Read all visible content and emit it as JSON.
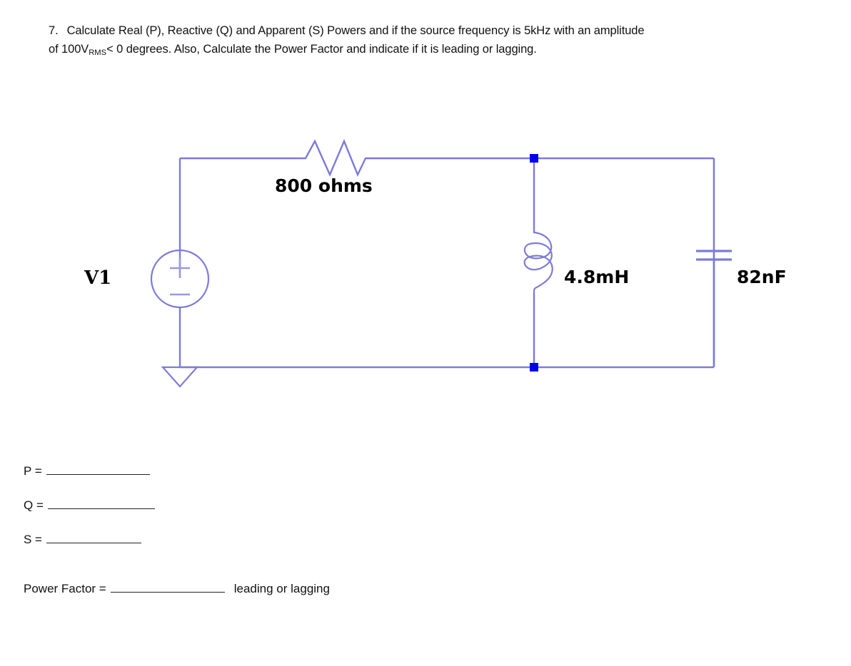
{
  "problem": {
    "number": "7.",
    "line1_a": "Calculate Real (P), Reactive (Q) and Apparent (S) Powers and if the source frequency is 5kHz with an amplitude",
    "line2_a": "of 100V",
    "line2_sub": "RMS",
    "line2_b": "< 0 degrees.  Also, Calculate the Power Factor and indicate if it is leading or lagging."
  },
  "circuit": {
    "source_label": "V1",
    "resistor_label": "800 ohms",
    "inductor_label": "4.8mH",
    "capacitor_label": "82nF",
    "source_plus": "+",
    "source_minus": "–",
    "wire_color": "#7b7bdb",
    "node_color": "#0000ee",
    "icons": {
      "voltage_source": "voltage-source-icon",
      "resistor": "resistor-zigzag-icon",
      "inductor": "inductor-coil-icon",
      "capacitor": "capacitor-plates-icon",
      "ground": "ground-symbol-icon",
      "node": "junction-node-icon"
    }
  },
  "answers": {
    "p_label": "P =",
    "q_label": "Q =",
    "s_label": "S =",
    "pf_label": "Power Factor =",
    "pf_trailing": "leading or lagging",
    "p_value": "",
    "q_value": "",
    "s_value": "",
    "pf_value": ""
  }
}
